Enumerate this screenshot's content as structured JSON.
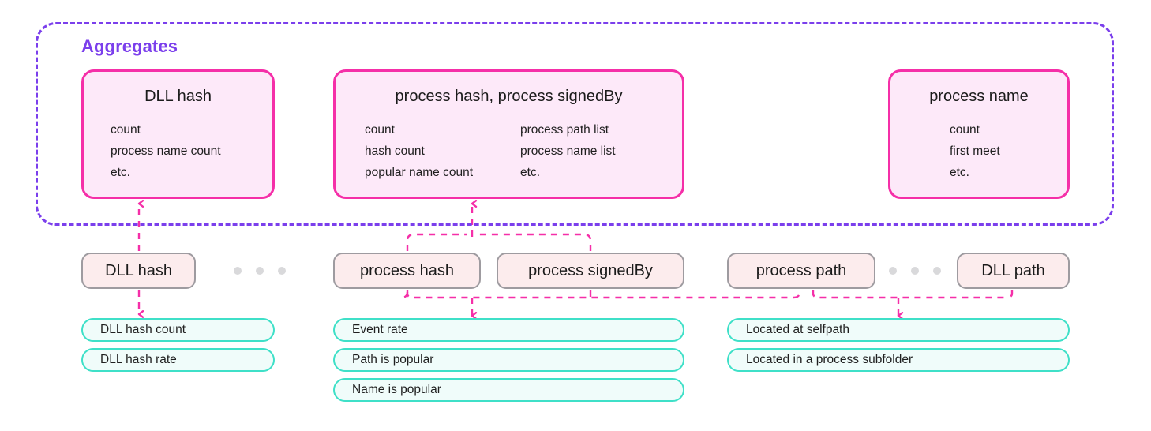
{
  "diagram": {
    "title": "Aggregates",
    "accent_purple": "#7b3fec",
    "accent_pink": "#f52fa8",
    "accent_teal": "#3fe0c8",
    "pill_border": "#9e9ba0",
    "pill_fill": "#fceced",
    "card_fill": "#fde9f9",
    "dot_color": "#d9d9db"
  },
  "aggregates": {
    "label": "Aggregates",
    "cards": [
      {
        "title": "DLL hash",
        "columns": [
          [
            "count",
            "process name count",
            "etc."
          ]
        ]
      },
      {
        "title": "process hash, process signedBy",
        "columns": [
          [
            "count",
            "hash count",
            "popular name count"
          ],
          [
            "process path list",
            "process name list",
            "etc."
          ]
        ]
      },
      {
        "title": "process name",
        "columns": [
          [
            "count",
            "first meet",
            "etc."
          ]
        ]
      }
    ]
  },
  "fields": {
    "pills": [
      {
        "label": "DLL hash"
      },
      {
        "label": "process hash"
      },
      {
        "label": "process signedBy"
      },
      {
        "label": "process path"
      },
      {
        "label": "DLL path"
      }
    ],
    "ellipsis_groups": 2
  },
  "features": {
    "groups": [
      {
        "items": [
          "DLL hash count",
          "DLL hash rate"
        ]
      },
      {
        "items": [
          "Event rate",
          "Path is popular",
          "Name is popular"
        ]
      },
      {
        "items": [
          "Located at selfpath",
          "Located in a process subfolder"
        ]
      }
    ]
  }
}
